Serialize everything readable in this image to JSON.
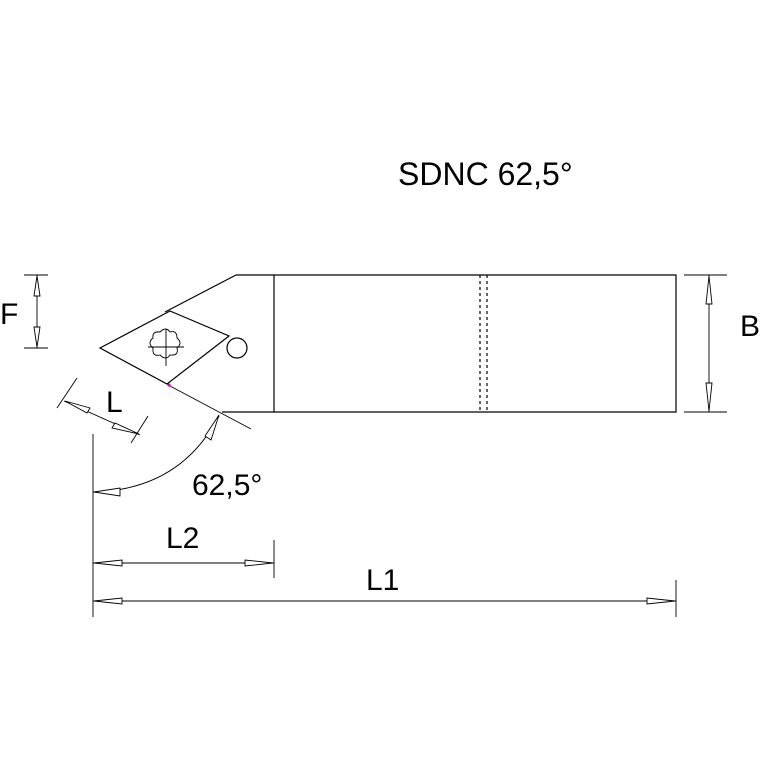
{
  "title": "SDNC 62,5°",
  "labels": {
    "f": "F",
    "b": "B",
    "l": "L",
    "angle": "62,5°",
    "l2": "L2",
    "l1": "L1"
  },
  "colors": {
    "line": "#000000",
    "background": "#ffffff",
    "accent_point": "#c800c8"
  }
}
